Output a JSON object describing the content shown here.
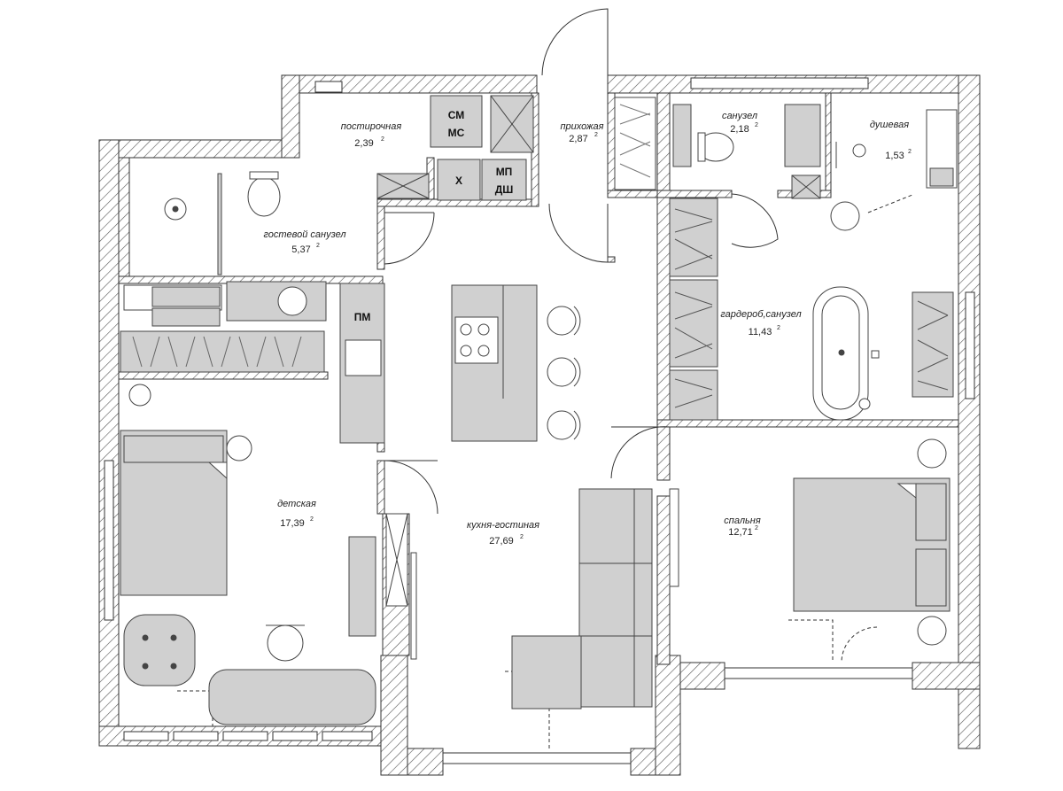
{
  "rooms": [
    {
      "id": "laundry",
      "name": "постирочная",
      "area": "2,39",
      "unit": "2"
    },
    {
      "id": "hallway",
      "name": "прихожая",
      "area": "2,87",
      "unit": "2"
    },
    {
      "id": "bathroom-small",
      "name": "санузел",
      "area": "2,18",
      "unit": "2"
    },
    {
      "id": "shower",
      "name": "душевая",
      "area": "1,53",
      "unit": "2"
    },
    {
      "id": "guest-bathroom",
      "name": "гостевой санузел",
      "area": "5,37",
      "unit": "2"
    },
    {
      "id": "wardrobe-bathroom",
      "name": "гардероб,санузел",
      "area": "11,43",
      "unit": "2"
    },
    {
      "id": "kids-room",
      "name": "детская",
      "area": "17,39",
      "unit": "2"
    },
    {
      "id": "kitchen-living",
      "name": "кухня-гостиная",
      "area": "27,69",
      "unit": "2"
    },
    {
      "id": "bedroom",
      "name": "спальня",
      "area": "12,71",
      "unit": "2"
    }
  ],
  "appliance_tags": {
    "washer": "СМ",
    "dryer": "МС",
    "fridge": "Х",
    "microwave": "МП",
    "oven": "ДШ",
    "dishwasher": "ПМ"
  },
  "colors": {
    "wall_hatch": "#555555",
    "furniture_fill": "#d0d0d0",
    "furniture_stroke": "#444444",
    "background": "#ffffff"
  }
}
